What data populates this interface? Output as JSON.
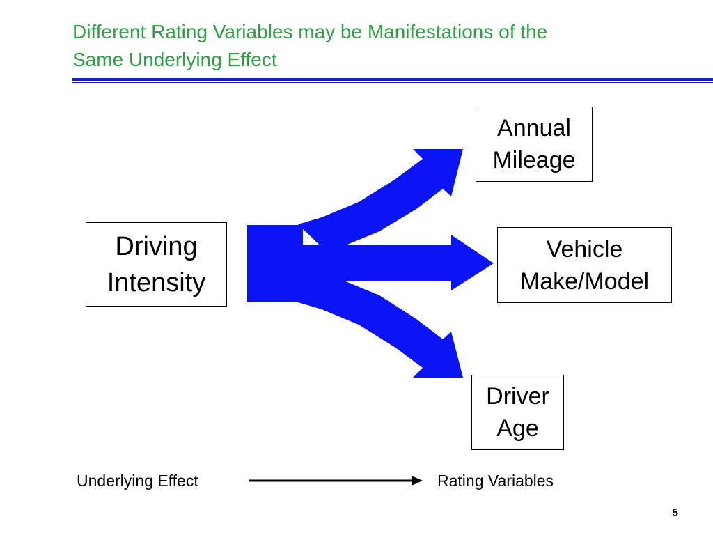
{
  "slide": {
    "title": "Different Rating Variables may be Manifestations of the\nSame Underlying Effect",
    "page_number": "5",
    "colors": {
      "title": "#2EA043",
      "rule": "#1A1AD6",
      "arrow": "#0A14F5",
      "box_border": "#000000"
    }
  },
  "diagram": {
    "source": {
      "label": "Driving\nIntensity"
    },
    "targets": [
      {
        "label": "Annual\nMileage"
      },
      {
        "label": "Vehicle\nMake/Model"
      },
      {
        "label": "Driver\nAge"
      }
    ]
  },
  "legend": {
    "left_label": "Underlying Effect",
    "right_label": "Rating Variables"
  }
}
